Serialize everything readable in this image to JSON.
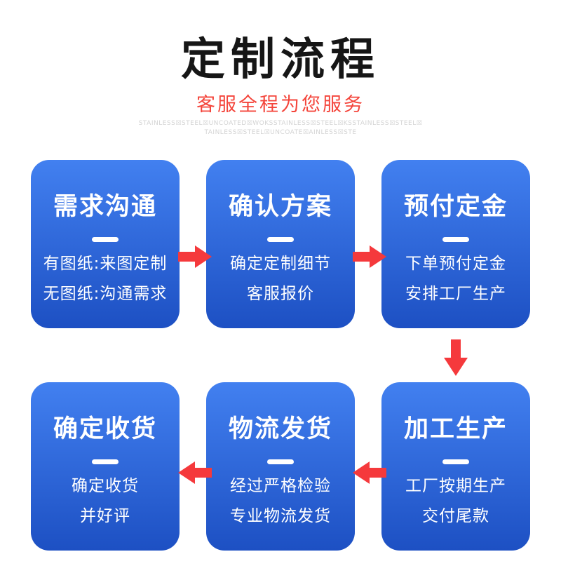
{
  "colors": {
    "accent_red": "#f5393c",
    "title_color": "#161616",
    "subtitle_color": "#f4453b",
    "watermark_color": "#d3d3d3",
    "box_grad_top": "#4280f0",
    "box_grad_bottom": "#1d50c3",
    "text_on_blue": "#ffffff"
  },
  "header": {
    "title": "定制流程",
    "subtitle": "客服全程为您服务",
    "watermark_line1": "STAINLESS☒STEEL☒UNCOATED☒WOKSSTAINLESS☒STEEL☒KSSTAINLESS☒STEEL☒",
    "watermark_line2": "TAINLESS☒STEEL☒UNCOATE☒AINLESS☒STE"
  },
  "flow": {
    "steps": [
      {
        "title": "需求沟通",
        "lines": [
          "有图纸:来图定制",
          "无图纸:沟通需求"
        ]
      },
      {
        "title": "确认方案",
        "lines": [
          "确定定制细节",
          "客服报价"
        ]
      },
      {
        "title": "预付定金",
        "lines": [
          "下单预付定金",
          "安排工厂生产"
        ]
      },
      {
        "title": "加工生产",
        "lines": [
          "工厂按期生产",
          "交付尾款"
        ]
      },
      {
        "title": "物流发货",
        "lines": [
          "经过严格检验",
          "专业物流发货"
        ]
      },
      {
        "title": "确定收货",
        "lines": [
          "确定收货",
          "并好评"
        ]
      }
    ]
  },
  "icons": {
    "arrow_right": "arrow-right-icon",
    "arrow_down": "arrow-down-icon",
    "arrow_left": "arrow-left-icon"
  }
}
